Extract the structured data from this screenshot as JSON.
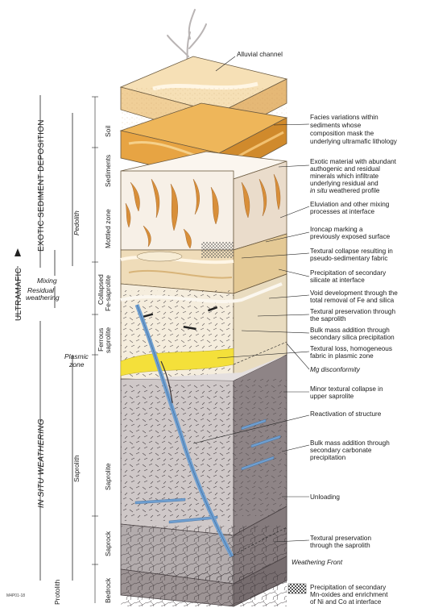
{
  "left_axis": {
    "ultramafic": "ULTRAMAFIC",
    "exotic_sediment_deposition": "EXOTIC SEDIMENT DEPOSITION",
    "in_situ_weathering": "IN SITU WEATHERING",
    "mixing": "Mixing",
    "residual_weathering_1": "Residual",
    "residual_weathering_2": "weathering"
  },
  "zone_groups": {
    "pedolith": "Pedolith",
    "saprolith": "Saprolith",
    "plasmic_zone_1": "Plasmic",
    "plasmic_zone_2": "zone",
    "protolith": "Protolith"
  },
  "zones": {
    "soil": "Soil",
    "sediments": "Sediments",
    "mottled_zone": "Mottled zone",
    "collapsed_fe_saprolite_1": "Collapsed",
    "collapsed_fe_saprolite_2": "Fe-saprolite",
    "ferrous_saprolite_1": "Ferrous",
    "ferrous_saprolite_2": "saprolite",
    "saprolite": "Saprolite",
    "saprock": "Saprock",
    "bedrock": "Bedrock"
  },
  "annotations": {
    "alluvial_channel": "Alluvial channel",
    "facies": [
      "Facies variations within",
      "sediments whose",
      "composition mask the",
      "underlying ultramafic lithology"
    ],
    "exotic": [
      "Exotic material with abundant",
      "authogenic and residual",
      "minerals which infiltrate",
      "underlying residual and"
    ],
    "exotic_italic": "in situ",
    "exotic_last": "weathered profile",
    "eluviation": [
      "Eluviation and other mixing",
      "processes at interface"
    ],
    "ironcap": [
      "Ironcap marking a",
      "previously exposed surface"
    ],
    "textural_collapse": [
      "Textural collapse resulting in",
      "pseudo-sedimentary fabric"
    ],
    "precipitation_silicate": [
      "Precipitation of secondary",
      "silicate at interface"
    ],
    "void": [
      "Void development through the",
      "total removal of Fe and silica"
    ],
    "textural_preservation_1": [
      "Textural preservation through",
      "the saprolith"
    ],
    "bulk_silica": [
      "Bulk mass addition through",
      "secondary silica precipitation"
    ],
    "textural_loss": [
      "Textural loss, homogeneous",
      "fabric in plasmic zone"
    ],
    "mg_disconformity": "Mg disconformity",
    "minor_collapse": [
      "Minor textural collapse in",
      "upper saprolite"
    ],
    "reactivation": "Reactivation of structure",
    "bulk_carbonate": [
      "Bulk mass addition through",
      "secondary carbonate",
      "precipitation"
    ],
    "unloading": "Unloading",
    "textural_preservation_2": [
      "Textural preservation",
      "through the saprolith"
    ],
    "weathering_front": "Weathering Front",
    "legend": [
      "Precipitation of secondary",
      "Mn-oxides and enrichment",
      "of Ni and Co at interface"
    ]
  },
  "figure_code": "M4P01-18",
  "colors": {
    "soil": "#f3d7a8",
    "sediments": "#e9a94a",
    "mottled": "#f6efe6",
    "mottle": "#d88f3a",
    "collapsed": "#efdcb9",
    "ferrous": "#f3ead7",
    "plasmic_yellow": "#f4e03a",
    "saprolite": "#c9c2c2",
    "saprolite_side": "#8e8486",
    "saprock": "#aaa2a4",
    "bedrock": "#9a9192",
    "vein_blue": "#6f9fd0"
  }
}
